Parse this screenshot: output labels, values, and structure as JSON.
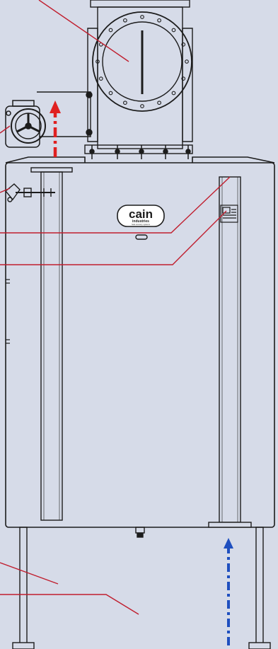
{
  "figure": {
    "background": "#d6dbe8",
    "line_color": "#1c1c1c",
    "leader_color": "#c01e2e",
    "flow_out_color": "#e02020",
    "flow_in_color": "#1f4fbf"
  },
  "brand": {
    "name": "cain",
    "line2": "industries",
    "tagline": "heat recovery systems"
  },
  "components": [
    "inlet-duct-flange",
    "bypass-damper-actuator",
    "thermometer",
    "manufacturer-logo",
    "nameplate",
    "heat-exchanger-tube",
    "drain-fitting"
  ]
}
